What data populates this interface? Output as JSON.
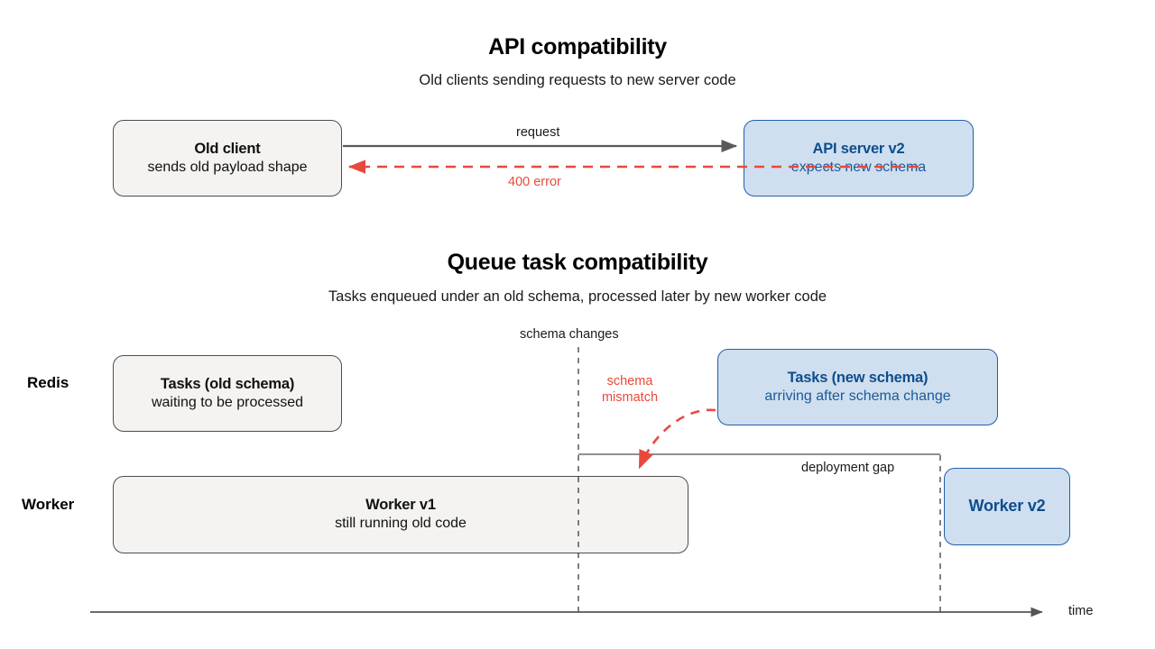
{
  "sections": [
    {
      "title": "API compatibility",
      "subtitle": "Old clients sending requests to new server code",
      "nodes": {
        "client": {
          "title": "Old client",
          "subtitle": "sends old payload shape"
        },
        "server": {
          "title": "API server v2",
          "subtitle": "expects new schema"
        }
      },
      "edges": {
        "request_label": "request",
        "error_label": "400 error"
      }
    },
    {
      "title": "Queue task compatibility",
      "subtitle": "Tasks enqueued under an old schema, processed later by new worker code",
      "row_labels": {
        "redis": "Redis",
        "worker": "Worker"
      },
      "nodes": {
        "tasks_old": {
          "title": "Tasks (old schema)",
          "subtitle": "waiting to be processed"
        },
        "tasks_new": {
          "title": "Tasks (new schema)",
          "subtitle": "arriving after schema change"
        },
        "worker_v1": {
          "title": "Worker v1",
          "subtitle": "still running old code"
        },
        "worker_v2": {
          "title": "Worker v2",
          "subtitle": ""
        }
      },
      "annotations": {
        "schema_changes": "schema changes",
        "schema_mismatch_line1": "schema",
        "schema_mismatch_line2": "mismatch",
        "deployment_gap": "deployment gap",
        "time_axis": "time"
      }
    }
  ],
  "colors": {
    "blue_fill": "#cfdff0",
    "blue_stroke": "#1f5fa8",
    "blue_text": "#0e4d8c",
    "gray_fill": "#f4f3f1",
    "gray_stroke": "#4d4d4d",
    "red": "#e8493c",
    "arrow_gray": "#595959",
    "background": "#ffffff"
  }
}
